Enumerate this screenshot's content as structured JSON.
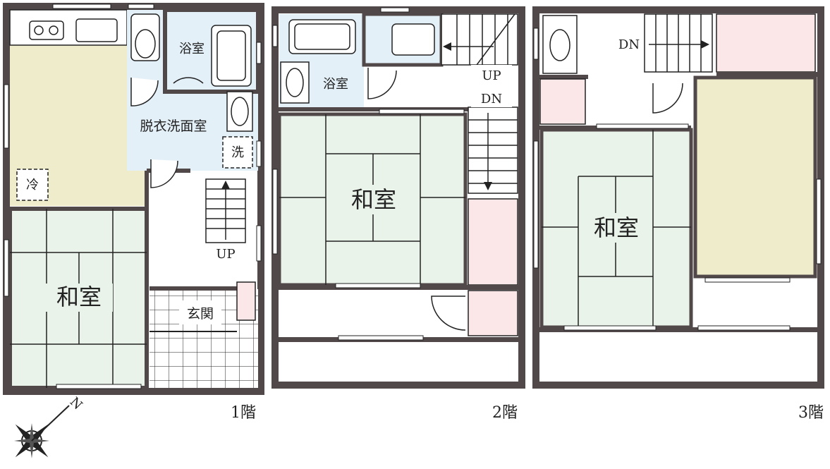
{
  "floors": {
    "f1": {
      "floor_label": "1階",
      "washitsu": "和室",
      "bath": "浴室",
      "dressing": "脱衣洗面室",
      "entrance": "玄関",
      "stairs_up": "UP",
      "fridge": "冷",
      "washer": "洗"
    },
    "f2": {
      "floor_label": "2階",
      "washitsu": "和室",
      "bath": "浴室",
      "stairs_up": "UP",
      "stairs_dn": "DN"
    },
    "f3": {
      "floor_label": "3階",
      "washitsu": "和室",
      "stairs_dn": "DN"
    }
  },
  "compass": {
    "north": "N"
  },
  "colors": {
    "wall": "#504849",
    "tatami": "#eaf3ea",
    "flooring": "#efeccb",
    "wet_area": "#e4f0f8",
    "closet": "#fbe7e8"
  }
}
